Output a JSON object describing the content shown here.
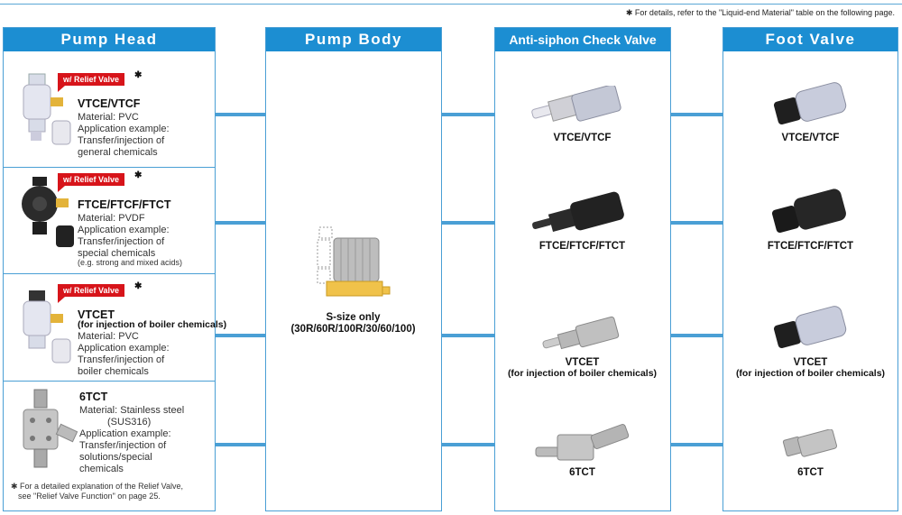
{
  "top_note": "✱ For details, refer to the \"Liquid-end Material\" table on the following page.",
  "columns": {
    "pump_head": "Pump Head",
    "pump_body": "Pump Body",
    "anti_siphon": "Anti-siphon Check Valve",
    "foot_valve": "Foot Valve"
  },
  "pump_heads": [
    {
      "badge": "w/ Relief Valve",
      "star": "✱",
      "name": "VTCE/VTCF",
      "material": "Material: PVC",
      "app_label": "Application example:",
      "app1": "Transfer/injection of",
      "app2": "general chemicals"
    },
    {
      "badge": "w/ Relief Valve",
      "star": "✱",
      "name": "FTCE/FTCF/FTCT",
      "material": "Material: PVDF",
      "app_label": "Application example:",
      "app1": "Transfer/injection of",
      "app2": "special chemicals",
      "note": "(e.g. strong and mixed acids)"
    },
    {
      "badge": "w/ Relief Valve",
      "star": "✱",
      "name": "VTCET",
      "sub": "(for injection of boiler chemicals)",
      "material": "Material: PVC",
      "app_label": "Application example:",
      "app1": "Transfer/injection of",
      "app2": "boiler chemicals"
    },
    {
      "name": "6TCT",
      "material": "Material: Stainless steel",
      "material2": "(SUS316)",
      "app_label": "Application example:",
      "app1": "Transfer/injection of",
      "app2": "solutions/special",
      "app3": "chemicals"
    }
  ],
  "relief_note": {
    "line1": "✱ For a detailed explanation of the Relief Valve,",
    "line2": "see \"Relief Valve Function\" on page 25."
  },
  "pump_body": {
    "line1": "S-size only",
    "line2": "(30R/60R/100R/30/60/100)"
  },
  "anti_siphon_items": [
    {
      "name": "VTCE/VTCF"
    },
    {
      "name": "FTCE/FTCF/FTCT"
    },
    {
      "name": "VTCET",
      "sub": "(for injection of boiler chemicals)"
    },
    {
      "name": "6TCT"
    }
  ],
  "foot_valve_items": [
    {
      "name": "VTCE/VTCF"
    },
    {
      "name": "FTCE/FTCF/FTCT"
    },
    {
      "name": "VTCET",
      "sub": "(for injection of boiler chemicals)"
    },
    {
      "name": "6TCT"
    }
  ],
  "colors": {
    "header_blue": "#1c8ed2",
    "border_blue": "#4a9fd5",
    "badge_red": "#d7141a"
  }
}
